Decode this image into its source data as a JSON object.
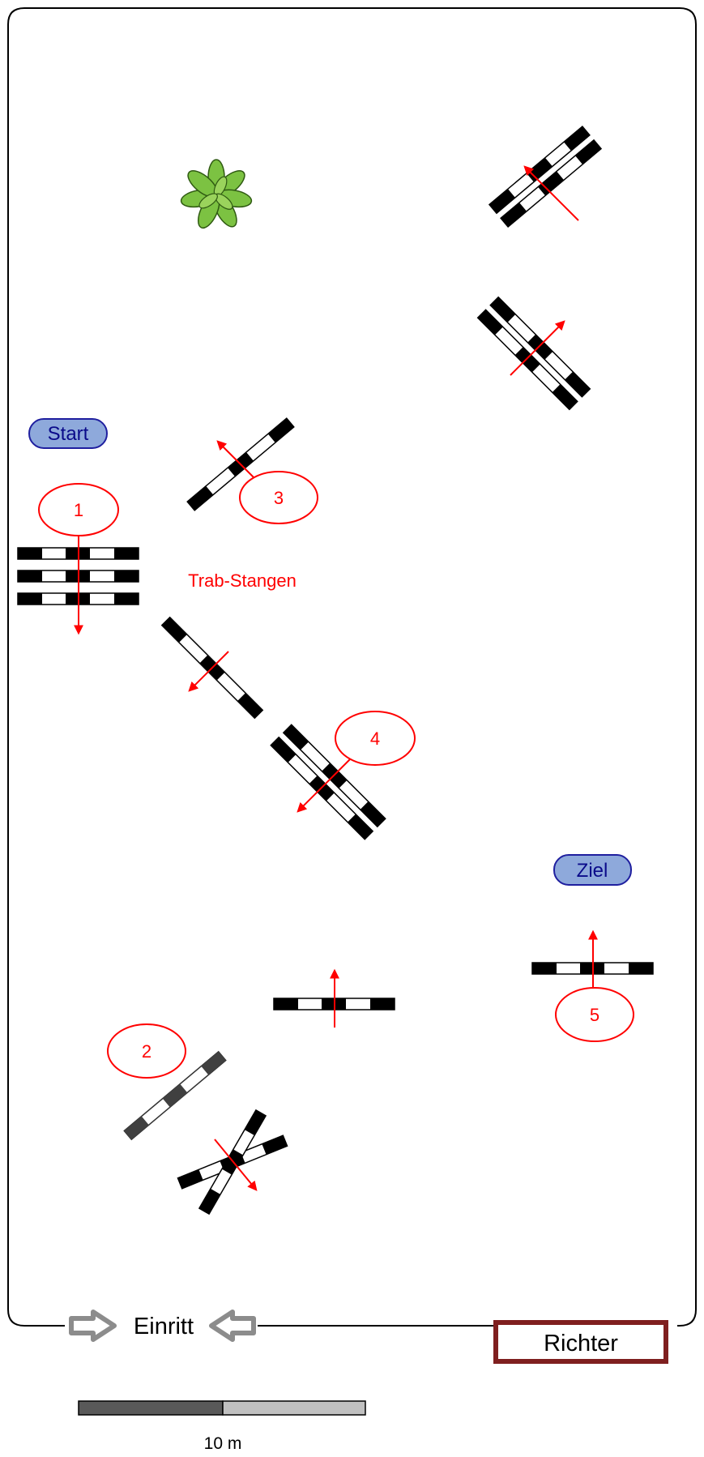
{
  "arena": {
    "start_label": "Start",
    "goal_label": "Ziel",
    "trot_poles_label": "Trab-Stangen",
    "entrance_label": "Einritt",
    "judge_label": "Richter",
    "scale_label": "10 m"
  },
  "obstacles": [
    {
      "number": "1"
    },
    {
      "number": "2"
    },
    {
      "number": "3"
    },
    {
      "number": "4"
    },
    {
      "number": "5"
    }
  ],
  "colors": {
    "pole_dark": "#000000",
    "pole_light": "#ffffff",
    "pole_gray": "#404040",
    "arrow": "#ff0000",
    "label_red": "#ff0000",
    "badge_fill": "#8ea9db",
    "badge_stroke": "#1f1f9f",
    "badge_text": "#0a0a8a",
    "judge_border": "#7f1f1f",
    "entrance_arrow": "#8c8c8c",
    "plant": "#7cc242"
  },
  "icons": {
    "plant": "plant-icon",
    "entrance_left": "arrow-right-outline-icon",
    "entrance_right": "arrow-left-outline-icon"
  }
}
